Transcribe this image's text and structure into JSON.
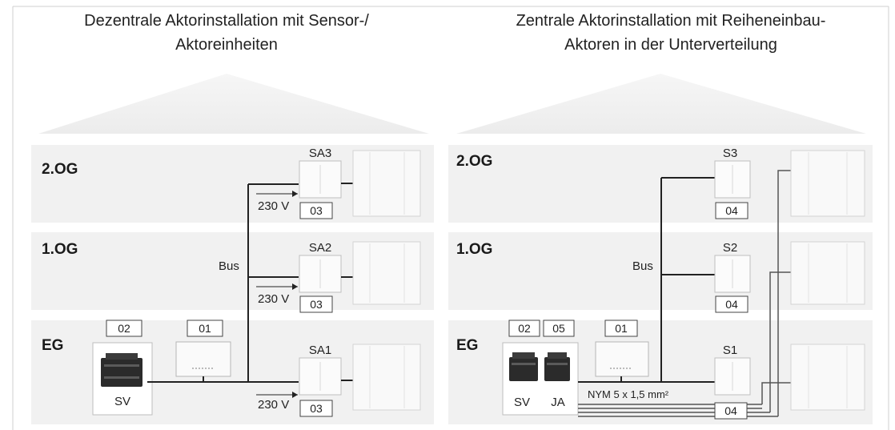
{
  "left": {
    "title_line1": "Dezentrale Aktorinstallation mit Sensor-/",
    "title_line2": "Aktoreinheiten",
    "floors": [
      "2.OG",
      "1.OG",
      "EG"
    ],
    "actuators": [
      "SA3",
      "SA2",
      "SA1"
    ],
    "actuator_codes": [
      "03",
      "03",
      "03"
    ],
    "voltage_label": "230 V",
    "bus_label": "Bus",
    "power_supply_code": "02",
    "power_supply_label": "SV",
    "interface_code": "01"
  },
  "right": {
    "title_line1": "Zentrale Aktorinstallation mit Reiheneinbau-",
    "title_line2": "Aktoren in der Unterverteilung",
    "floors": [
      "2.OG",
      "1.OG",
      "EG"
    ],
    "sensors": [
      "S3",
      "S2",
      "S1"
    ],
    "sensor_codes": [
      "04",
      "04"
    ],
    "bus_label": "Bus",
    "power_supply_code": "02",
    "actuator_code": "05",
    "power_supply_label": "SV",
    "actuator_label": "JA",
    "interface_code": "01",
    "cable_label": "NYM 5 x 1,5 mm²",
    "cable_code": "04"
  }
}
